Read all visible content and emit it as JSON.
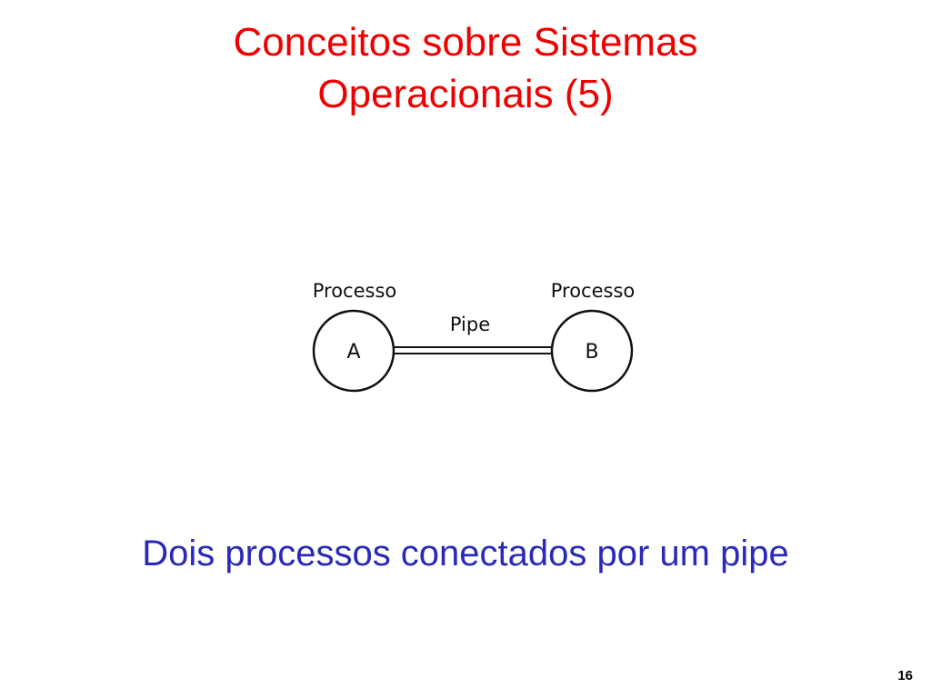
{
  "title": {
    "line1": "Conceitos sobre Sistemas",
    "line2": "Operacionais (5)"
  },
  "diagram": {
    "process_a": {
      "heading": "Processo",
      "letter": "A"
    },
    "process_b": {
      "heading": "Processo",
      "letter": "B"
    },
    "connector_label": "Pipe"
  },
  "caption": "Dois processos conectados por um pipe",
  "page_number": "16",
  "colors": {
    "title": "#ee0000",
    "caption": "#2a2ab8"
  }
}
